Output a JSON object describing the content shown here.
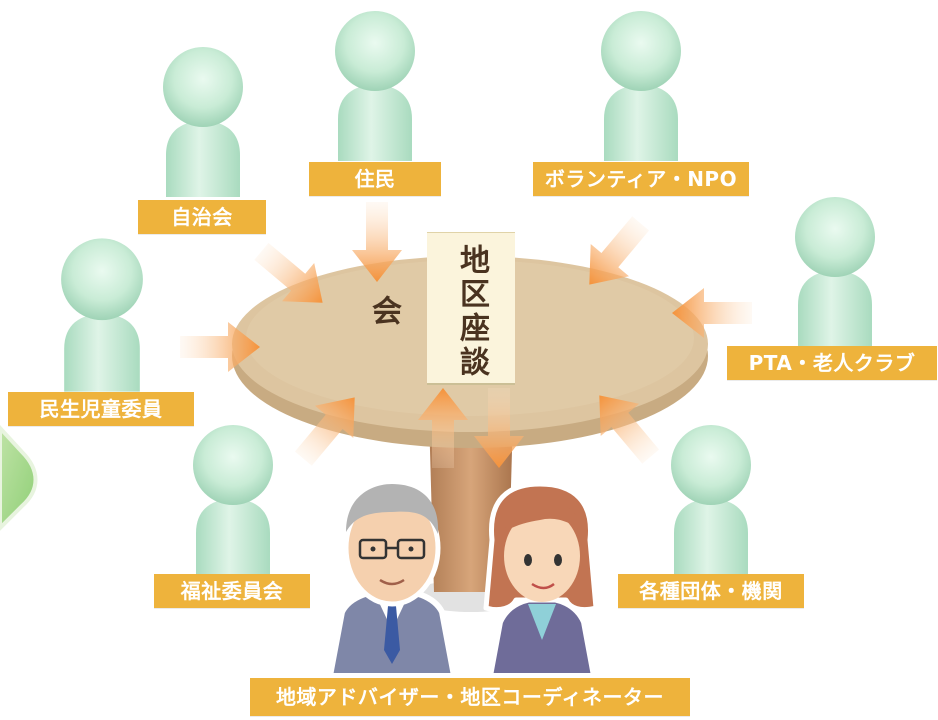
{
  "council": {
    "sign_text": "地区座談会"
  },
  "participants": [
    {
      "id": "jichikai",
      "label": "自治会"
    },
    {
      "id": "jumin",
      "label": "住民"
    },
    {
      "id": "volunteer",
      "label": "ボランティア・NPO"
    },
    {
      "id": "minsei",
      "label": "民生児童委員"
    },
    {
      "id": "pta",
      "label": "PTA・老人クラブ"
    },
    {
      "id": "fukushi",
      "label": "福祉委員会"
    },
    {
      "id": "kakushu",
      "label": "各種団体・機関"
    }
  ],
  "coordinators": {
    "label": "地域アドバイザー・地区コーディネーター"
  },
  "colors": {
    "label_bg": "#eeb33c",
    "label_text": "#ffffff",
    "person_fill": "#c9ecd6",
    "table_top": "#ddc5a0",
    "arrow": "#f59a3c"
  }
}
